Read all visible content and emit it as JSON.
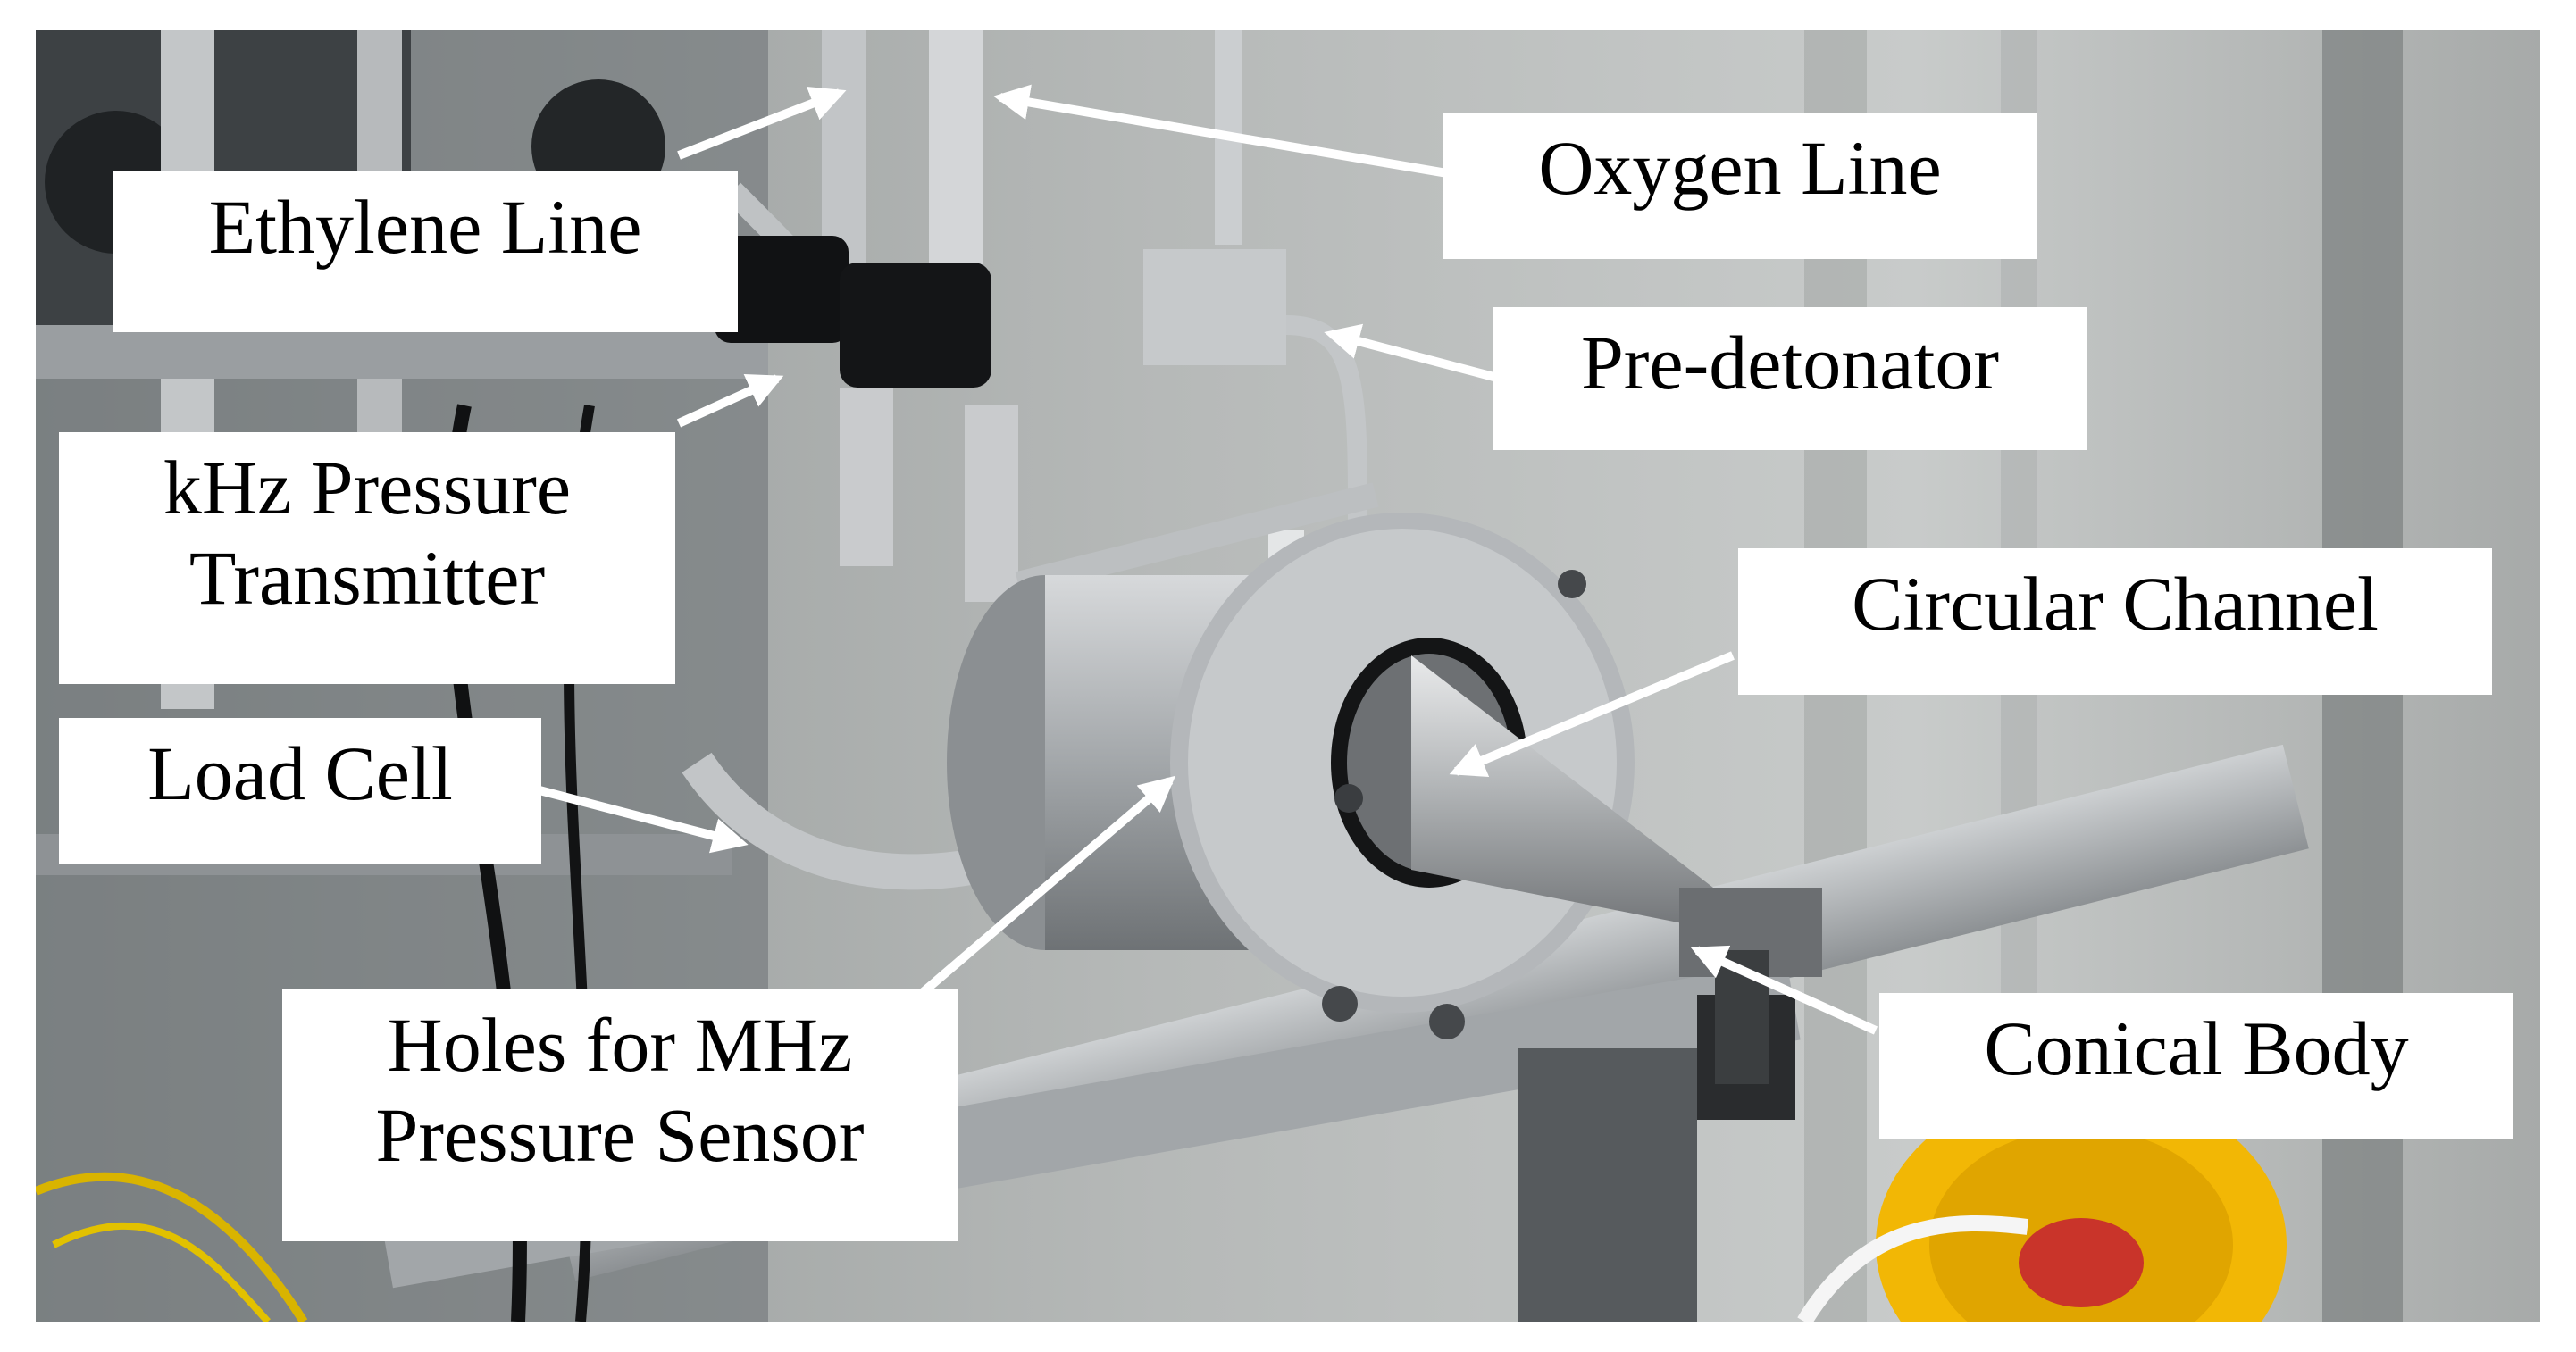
{
  "labels": {
    "ethylene_line": "Ethylene Line",
    "oxygen_line": "Oxygen Line",
    "pre_detonator": "Pre-detonator",
    "khz_transmitter_line1": "kHz Pressure",
    "khz_transmitter_line2": "Transmitter",
    "circular_channel": "Circular Channel",
    "load_cell": "Load Cell",
    "holes_line1": "Holes for MHz",
    "holes_line2": "Pressure Sensor",
    "conical_body": "Conical Body"
  },
  "colors": {
    "label_background": "#ffffff",
    "label_text": "#000000",
    "arrow": "#ffffff",
    "background_wall": "#b9bcbc",
    "metal": "#a9adb0",
    "yellow_reel": "#f2b705"
  }
}
